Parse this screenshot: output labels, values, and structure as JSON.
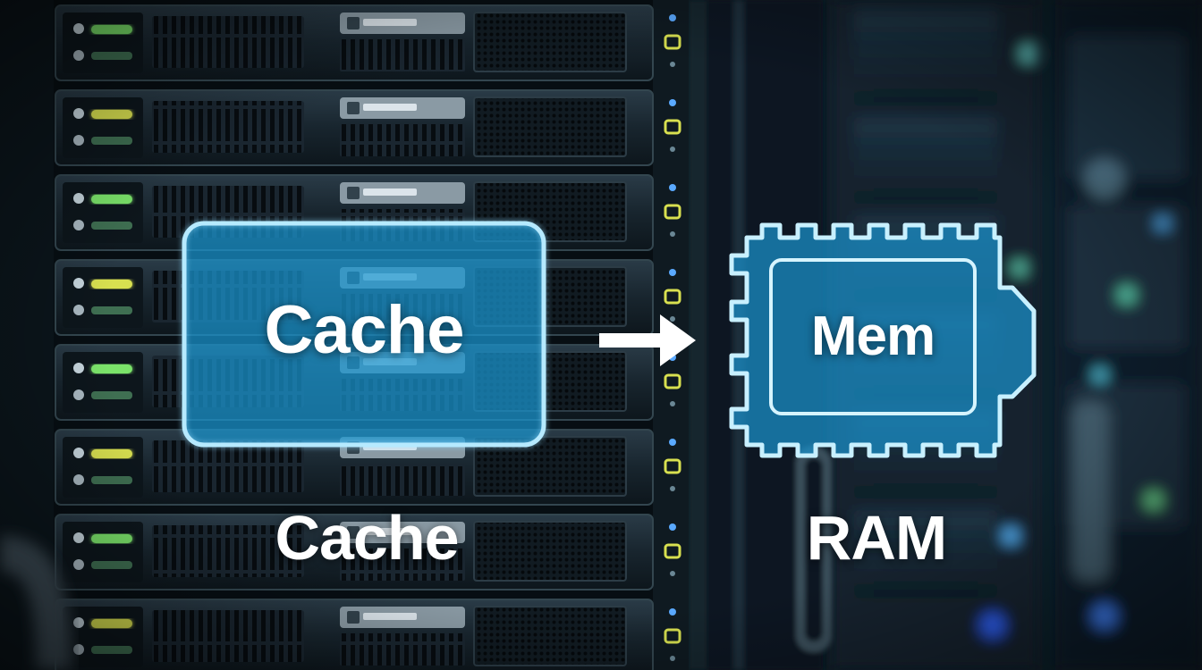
{
  "diagram": {
    "cache_box_label": "Cache",
    "memory_chip_label": "Mem",
    "cache_caption": "Cache",
    "ram_caption": "RAM"
  },
  "colors": {
    "background_dark": "#061019",
    "rack_metal": "#1c2a34",
    "overlay_blue": "#1a8cc4",
    "overlay_outline": "#bfeaf8",
    "led_green": "#7be36a",
    "led_yellow": "#d8e050",
    "led_blue": "#5aa9ff",
    "text": "#ffffff"
  },
  "icons": [
    "server-rack",
    "arrow-right-icon",
    "memory-chip-icon"
  ]
}
